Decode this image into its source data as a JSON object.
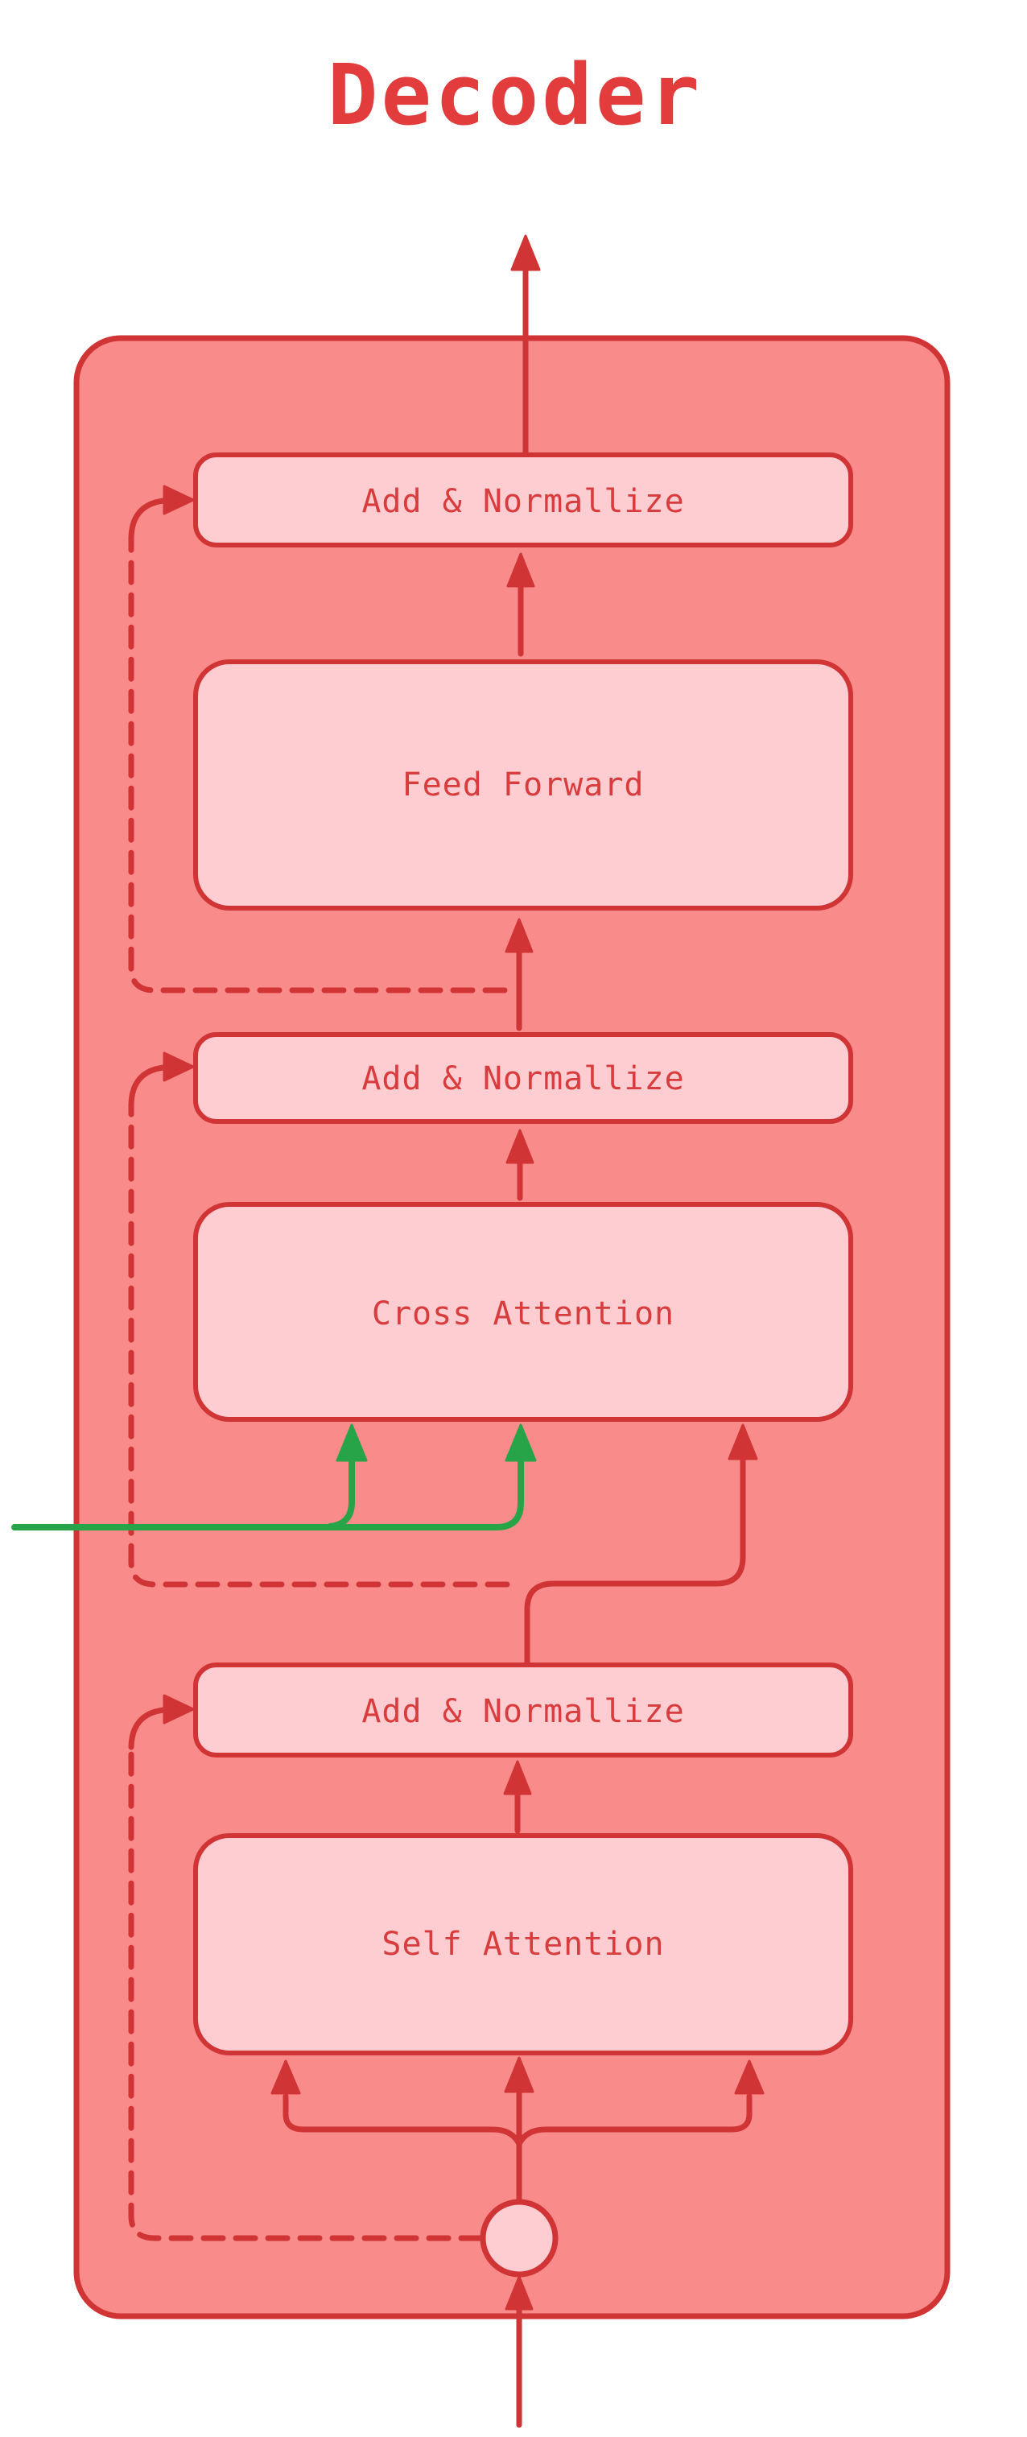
{
  "title": "Decoder",
  "colors": {
    "background": "#ffffff",
    "container_fill": "#f98b8b",
    "box_fill": "#fdcdd2",
    "outline_red": "#d03434",
    "text_red": "#d83c3c",
    "title_red": "#e23c3c",
    "encoder_green": "#28a448"
  },
  "blocks": [
    {
      "id": "add-normalize-top",
      "label": "Add & Normallize"
    },
    {
      "id": "feed-forward",
      "label": "Feed Forward"
    },
    {
      "id": "add-normalize-middle",
      "label": "Add & Normallize"
    },
    {
      "id": "cross-attention",
      "label": "Cross Attention"
    },
    {
      "id": "add-normalize-bottom",
      "label": "Add & Normallize"
    },
    {
      "id": "self-attention",
      "label": "Self Attention"
    }
  ]
}
